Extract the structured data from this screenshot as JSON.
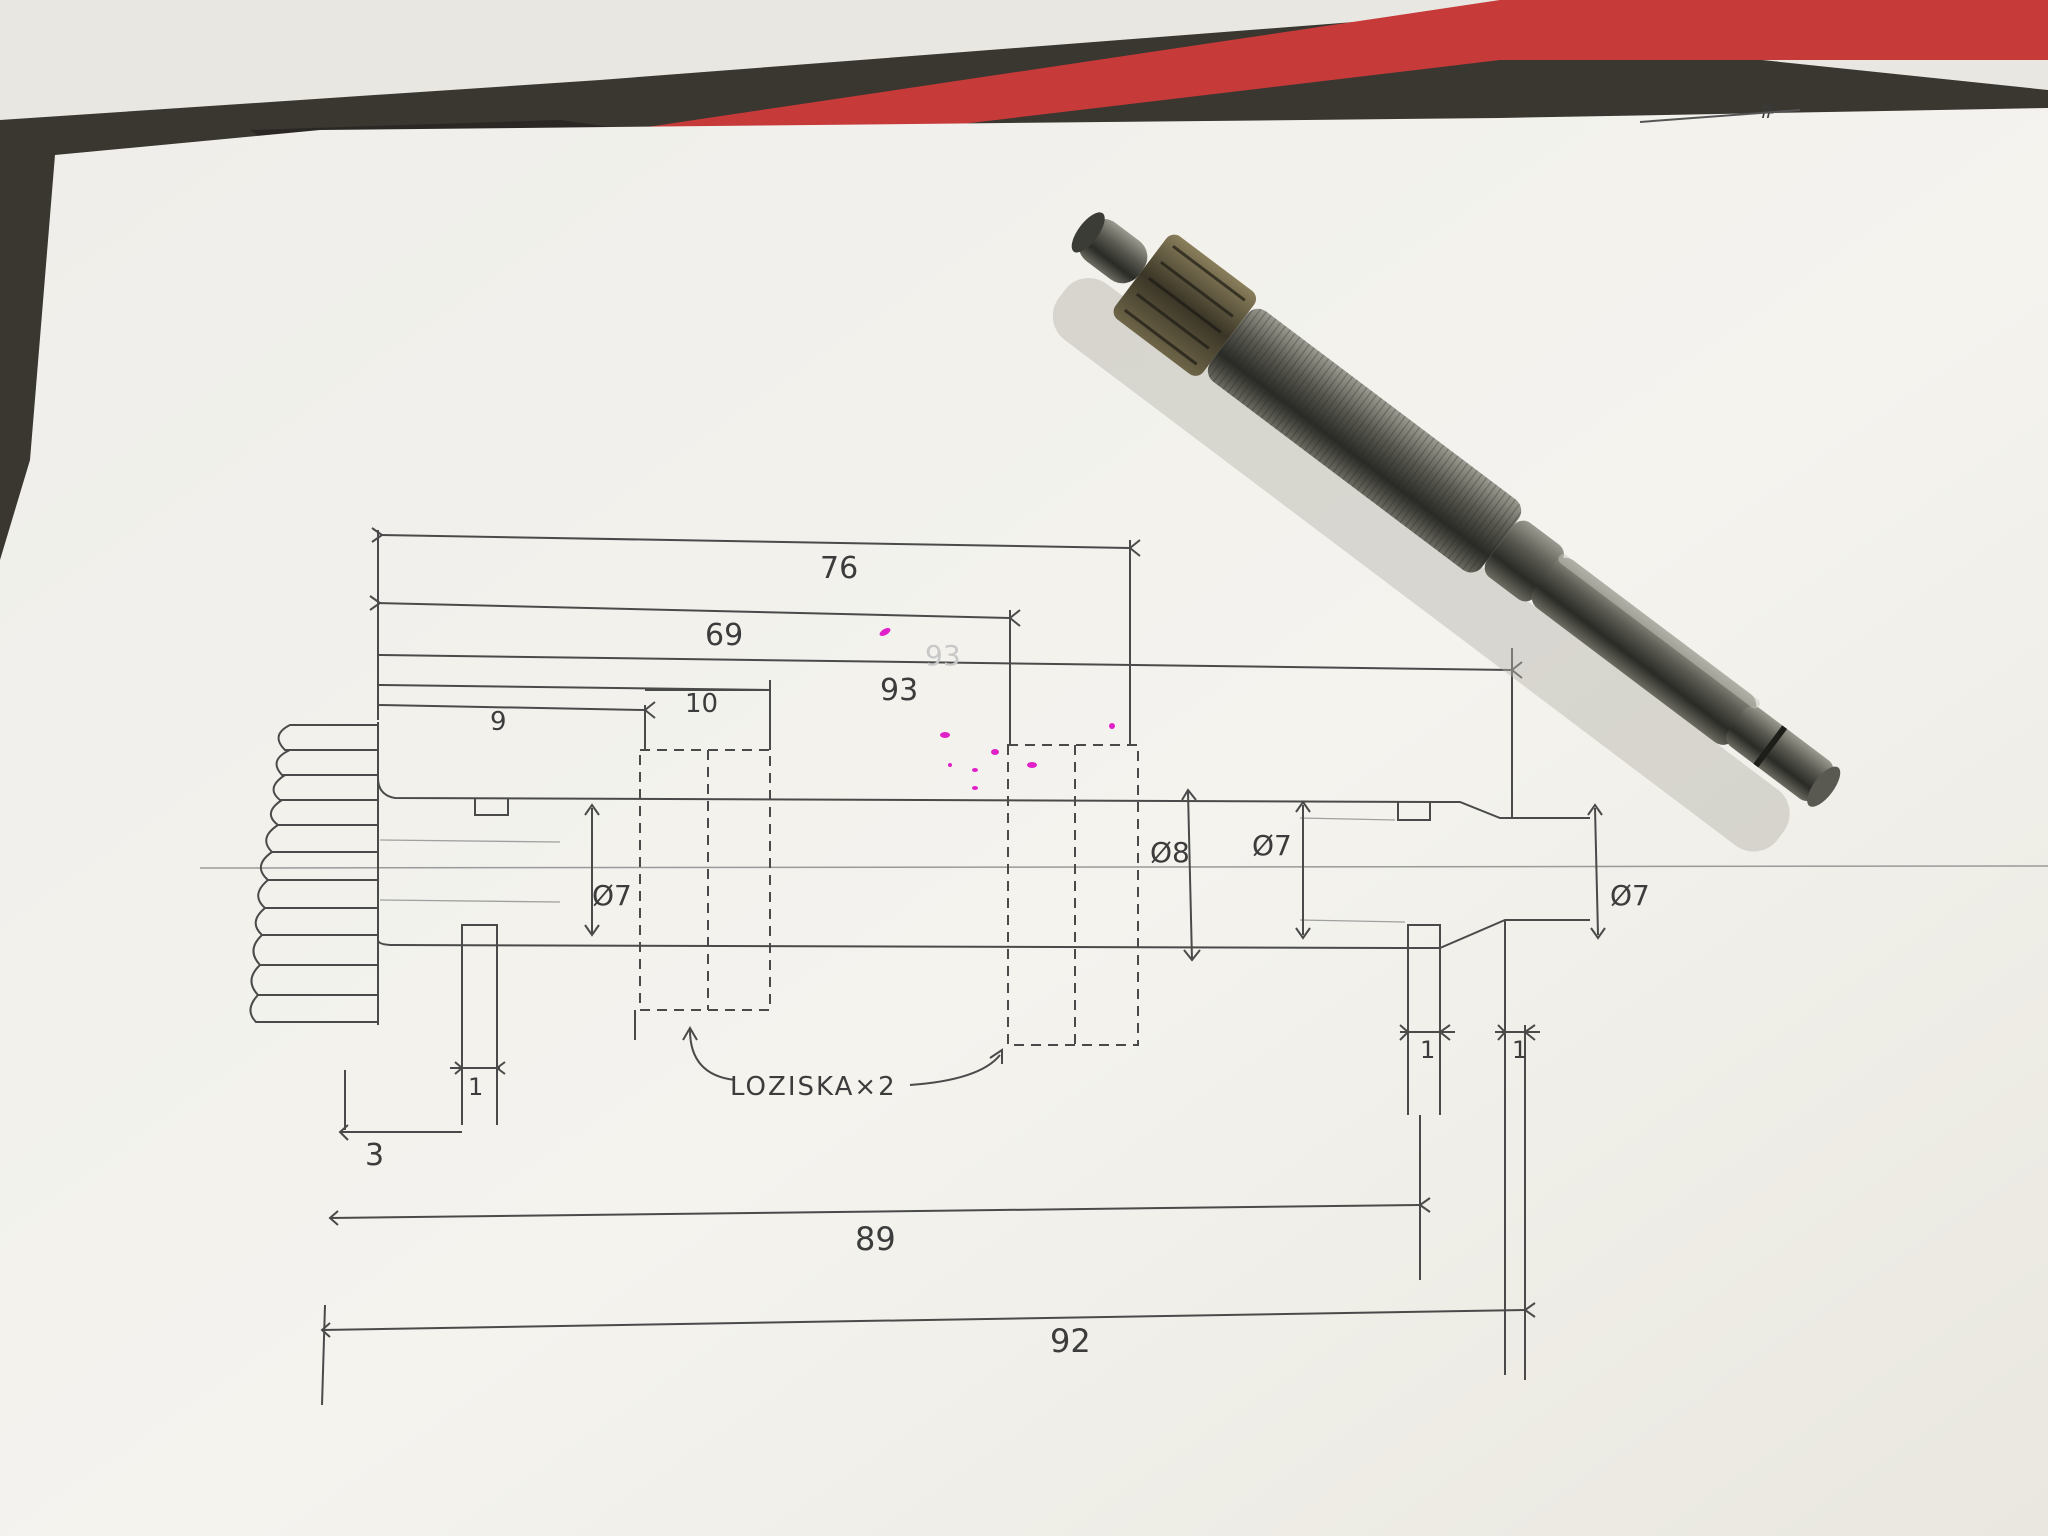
{
  "drawing": {
    "dimensions": {
      "total_76": "76",
      "len_69": "69",
      "len_93": "93",
      "len_93_faint": "93",
      "len_9": "9",
      "len_10": "10",
      "dia_7_left": "Ø7",
      "dia_8": "Ø8",
      "dia_7_mid": "Ø7",
      "dia_7_right": "Ø7",
      "groove_1_left": "1",
      "offset_3": "3",
      "groove_1_right_a": "1",
      "groove_1_right_b": "1",
      "len_89": "89",
      "len_92": "92"
    },
    "note": "LOZISKA×2",
    "corner_mark": "#"
  },
  "colors": {
    "paper": "#f2f1ec",
    "pencil": "#4a4a4a",
    "desk": "#3a3630",
    "red_sheet": "#c63a3a",
    "magenta_marks": "#e020c8"
  }
}
